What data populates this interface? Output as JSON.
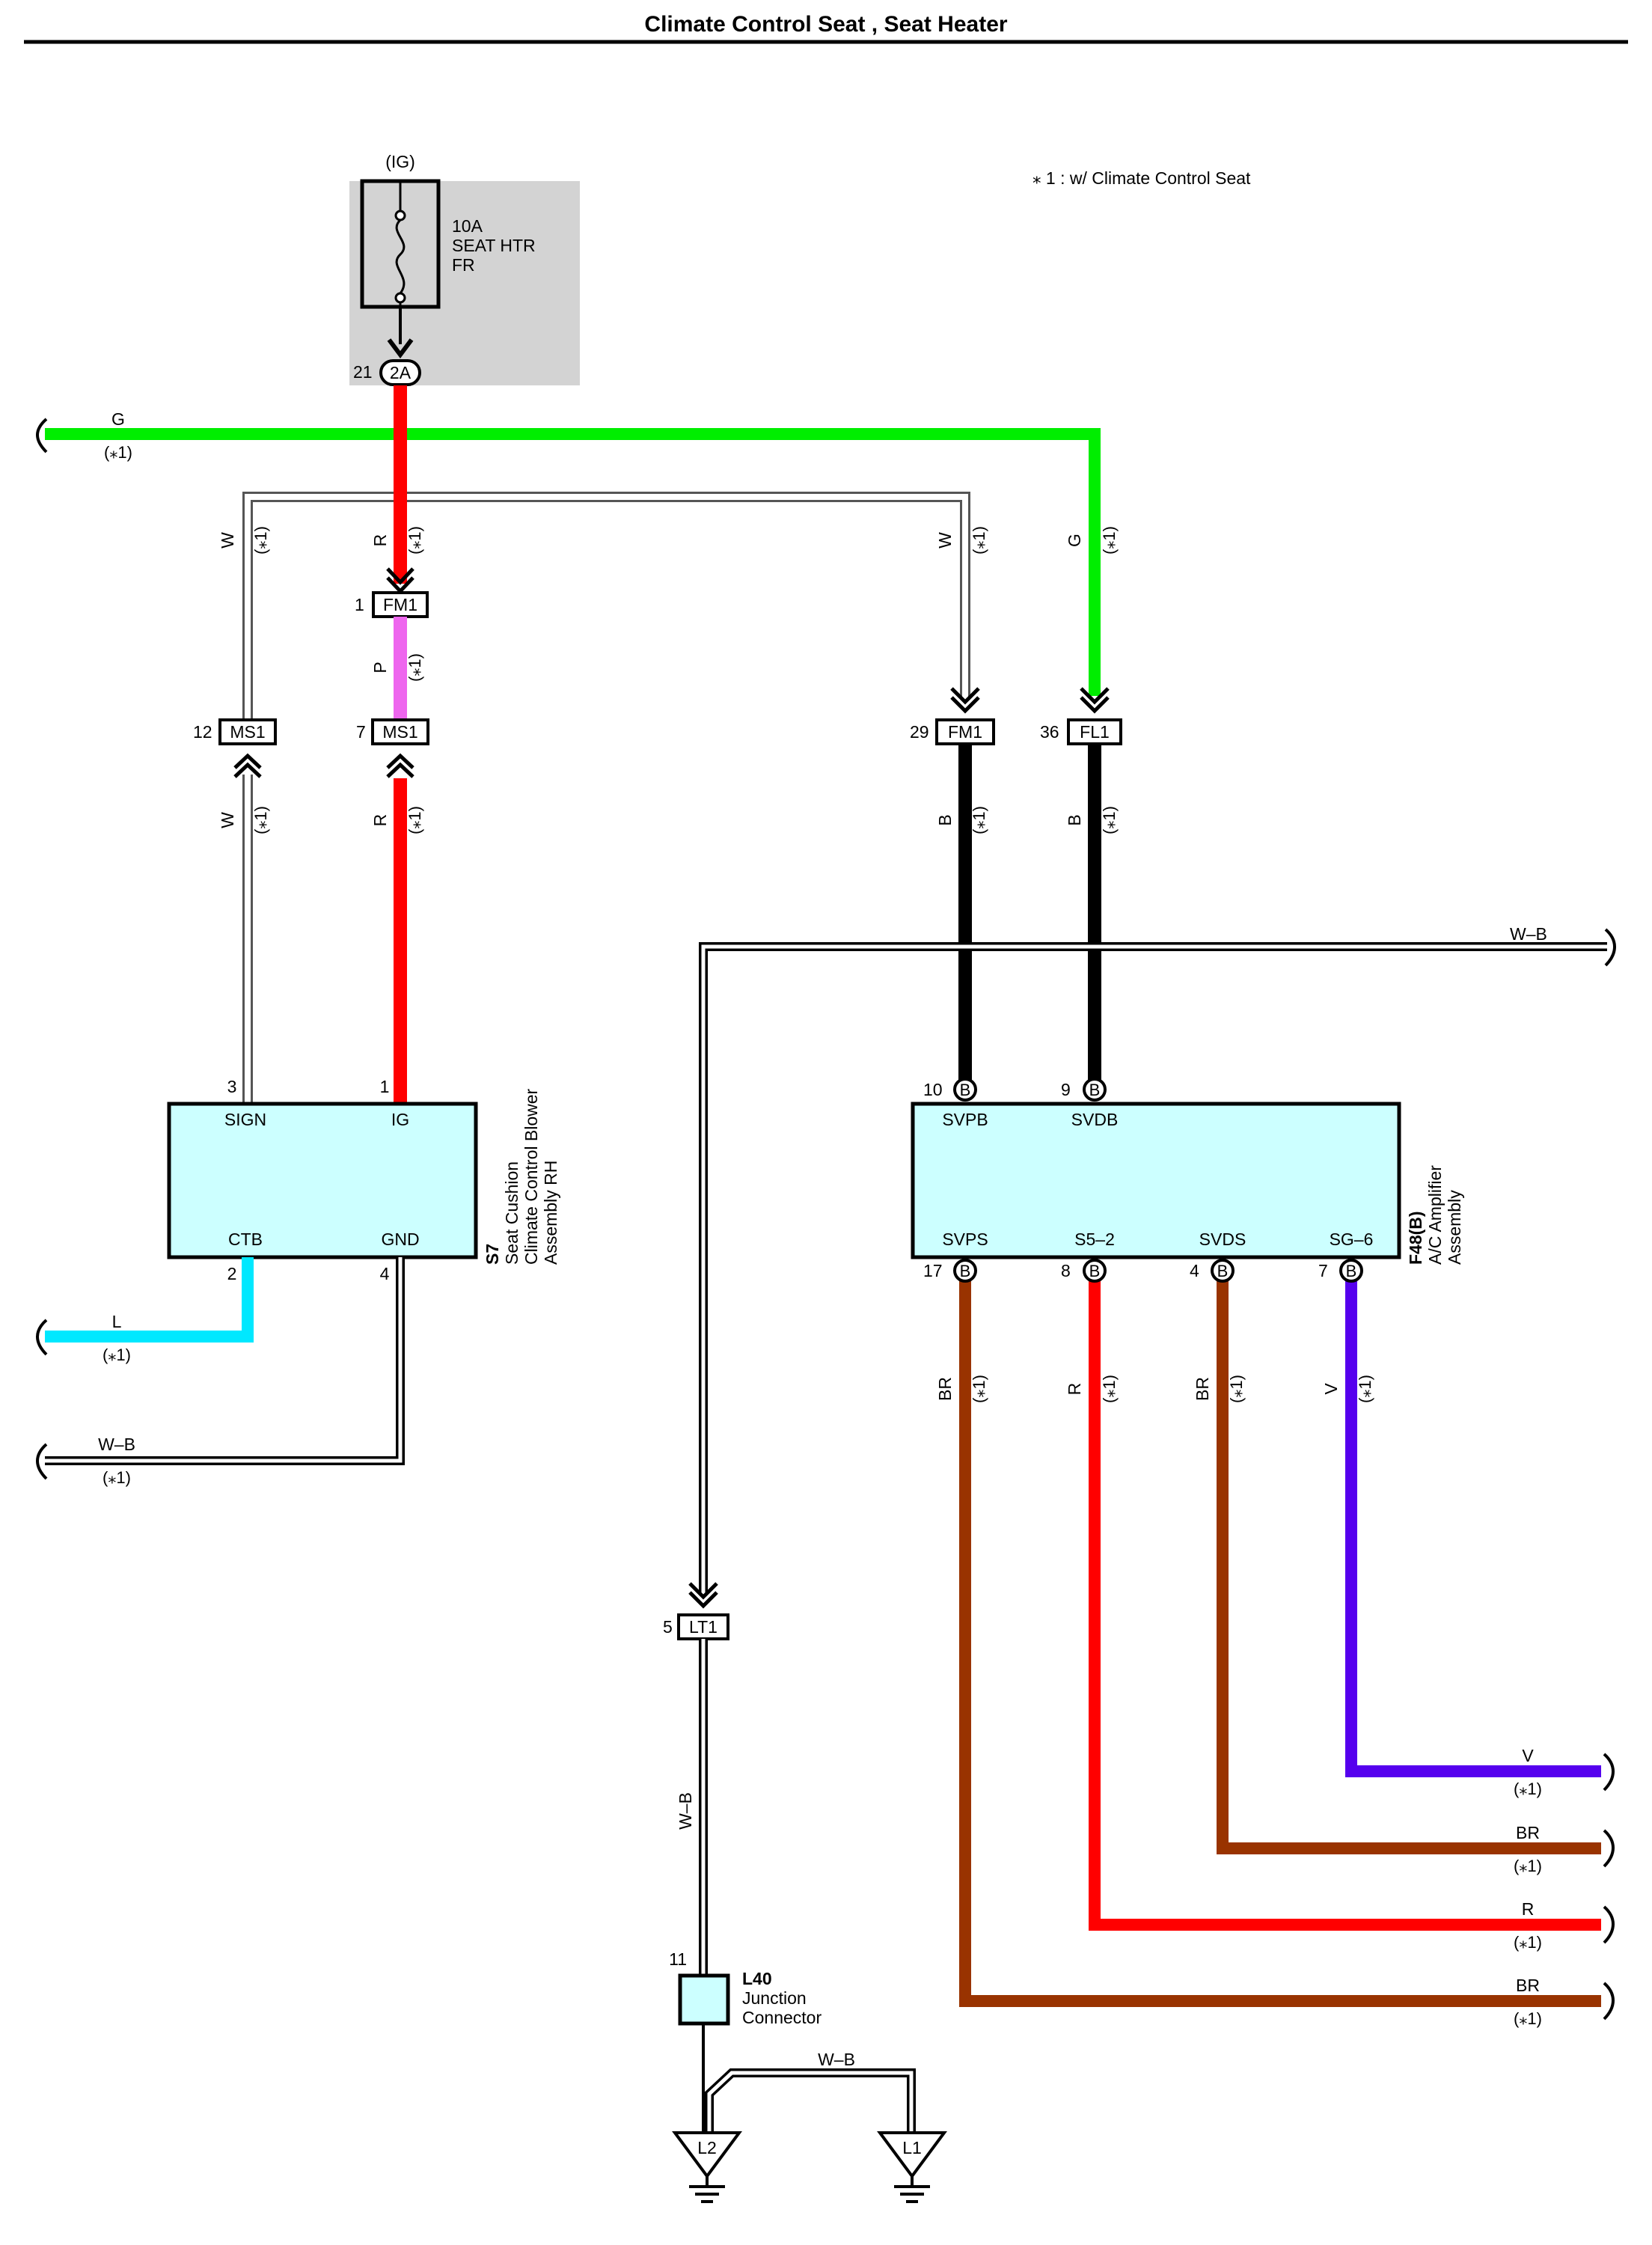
{
  "title": "Climate Control Seat , Seat Heater",
  "note": "⁎ 1 : w/ Climate Control Seat",
  "option_tag": "(⁎1)",
  "colors": {
    "G": "#00ee00",
    "R": "#ff0000",
    "P": "#ee66ee",
    "B": "#000000",
    "L": "#00e8ff",
    "BR": "#993300",
    "V": "#5500ee",
    "fuse_panel": "#d3d3d3",
    "component": "#ccffff"
  },
  "fuse": {
    "supply": "(IG)",
    "rating": "10A",
    "name_line1": "SEAT HTR",
    "name_line2": "FR",
    "pin": "21",
    "connector": "2A"
  },
  "wire_codes": {
    "G": "G",
    "R": "R",
    "W": "W",
    "P": "P",
    "B": "B",
    "L": "L",
    "WB": "W–B",
    "BR": "BR",
    "V": "V"
  },
  "connectors": {
    "fm1_top": {
      "pin": "1",
      "name": "FM1"
    },
    "ms1_left": {
      "pin": "12",
      "name": "MS1"
    },
    "ms1_right": {
      "pin": "7",
      "name": "MS1"
    },
    "fm1_right": {
      "pin": "29",
      "name": "FM1"
    },
    "fl1": {
      "pin": "36",
      "name": "FL1"
    },
    "lt1": {
      "pin": "5",
      "name": "LT1"
    }
  },
  "blower": {
    "code": "S7",
    "name_lines": [
      "Seat Cushion",
      "Climate Control Blower",
      "Assembly RH"
    ],
    "pins": [
      {
        "num": "3",
        "label": "SIGN"
      },
      {
        "num": "1",
        "label": "IG"
      },
      {
        "num": "2",
        "label": "CTB"
      },
      {
        "num": "4",
        "label": "GND"
      }
    ]
  },
  "amplifier": {
    "code": "F48(B)",
    "name_lines": [
      "A/C Amplifier",
      "Assembly"
    ],
    "conn": "B",
    "top_pins": [
      {
        "num": "10",
        "label": "SVPB"
      },
      {
        "num": "9",
        "label": "SVDB"
      }
    ],
    "bottom_pins": [
      {
        "num": "17",
        "label": "SVPS"
      },
      {
        "num": "8",
        "label": "S5–2"
      },
      {
        "num": "4",
        "label": "SVDS"
      },
      {
        "num": "7",
        "label": "SG–6"
      }
    ]
  },
  "junction": {
    "pin": "11",
    "code": "L40",
    "name_line1": "Junction",
    "name_line2": "Connector"
  },
  "grounds": {
    "left": "L2",
    "right": "L1"
  }
}
